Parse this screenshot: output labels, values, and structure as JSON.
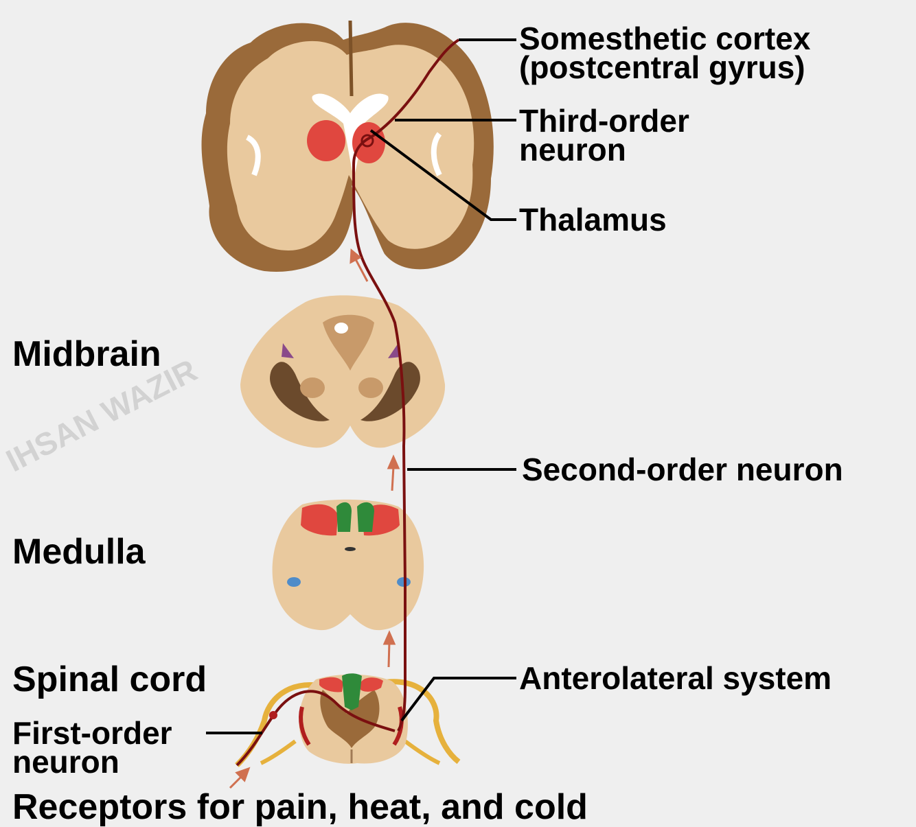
{
  "labels": {
    "somesthetic_cortex_line1": "Somesthetic cortex",
    "somesthetic_cortex_line2": "(postcentral gyrus)",
    "third_order_line1": "Third-order",
    "third_order_line2": "neuron",
    "thalamus": "Thalamus",
    "midbrain": "Midbrain",
    "second_order": "Second-order neuron",
    "medulla": "Medulla",
    "spinal_cord": "Spinal cord",
    "anterolateral": "Anterolateral system",
    "first_order_line1": "First-order",
    "first_order_line2": "neuron",
    "receptors": "Receptors for pain, heat, and cold"
  },
  "watermark": "IHSAN WAZIR",
  "colors": {
    "background": "#efefef",
    "gray_matter": "#9a6a3a",
    "white_matter": "#e9c99e",
    "pathway": "#7a1010",
    "thalamus": "#e0473f",
    "dorsal_column": "#2f8a3a",
    "nerve_root": "#e6b13c"
  }
}
